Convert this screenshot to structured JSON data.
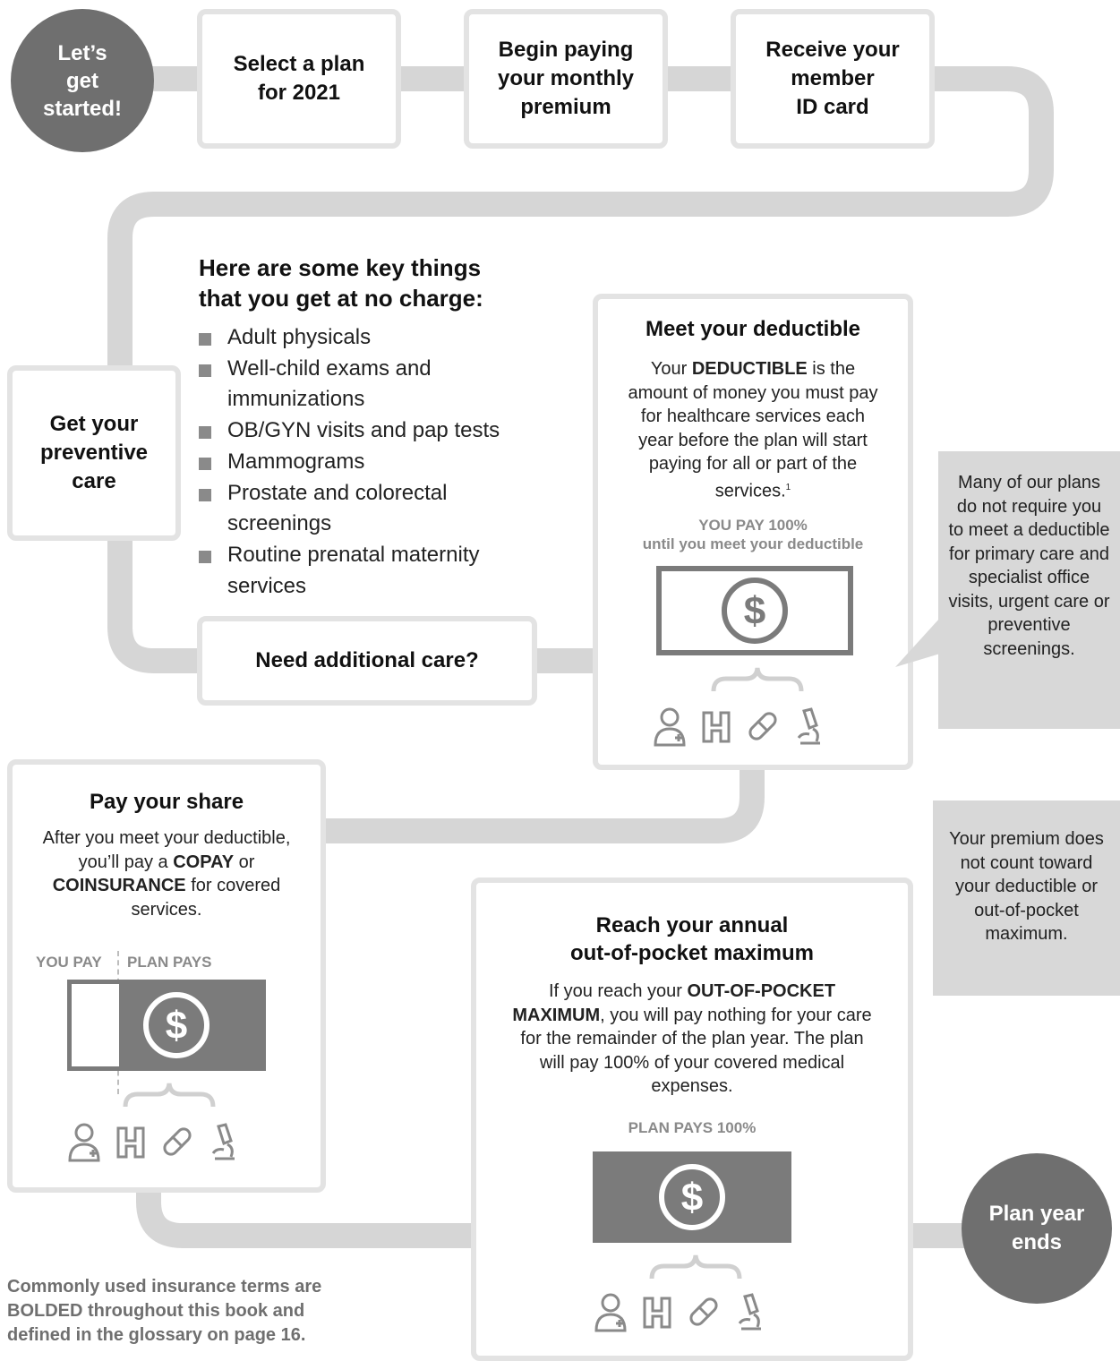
{
  "start": {
    "label": "Let’s\nget\nstarted!"
  },
  "steps": [
    {
      "label": "Select a plan\nfor 2021"
    },
    {
      "label": "Begin paying\nyour monthly\npremium"
    },
    {
      "label": "Receive your\nmember\nID card"
    }
  ],
  "preventive": {
    "label": "Get your\npreventive\ncare",
    "heading": "Here are some key things\nthat you get at no charge:",
    "items": [
      "Adult physicals",
      "Well-child exams and immunizations",
      "OB/GYN visits and pap tests",
      "Mammograms",
      "Prostate and colorectal screenings",
      "Routine prenatal maternity services"
    ]
  },
  "additional_care": {
    "label": "Need additional care?"
  },
  "deductible": {
    "title": "Meet your deductible",
    "text_before": "Your ",
    "term": "DEDUCTIBLE",
    "text_after": " is the amount of money you must pay for healthcare services each year before the plan will start paying for all or part of the services.",
    "footnote": "1",
    "pay_label_line1": "YOU PAY 100%",
    "pay_label_line2": "until you meet your deductible"
  },
  "deductible_note": "Many of our plans do not require you to meet a deductible for primary care and specialist office visits, urgent care or preventive screenings.",
  "share": {
    "title": "Pay your share",
    "text_before": "After you meet your deductible, you’ll pay a ",
    "term1": "COPAY",
    "text_mid": " or ",
    "term2": "COINSURANCE",
    "text_after": " for covered services.",
    "you_pay": "YOU PAY",
    "plan_pays": "PLAN PAYS"
  },
  "premium_note": "Your premium does not count toward your deductible or out-of-pocket maximum.",
  "oop": {
    "title": "Reach your annual\nout-of-pocket maximum",
    "text_before": "If you reach your ",
    "term": "OUT-OF-POCKET MAXIMUM",
    "text_after": ", you will pay nothing for your care for the remainder of the plan year. The plan will pay 100% of your covered medical expenses.",
    "plan_pays_label": "PLAN PAYS 100%"
  },
  "end": {
    "label": "Plan year\nends"
  },
  "footer": "Commonly used insurance terms are BOLDED throughout this book and defined in the glossary on page 16.",
  "icons": [
    "doctor-icon",
    "hospital-icon",
    "pill-icon",
    "microscope-icon"
  ],
  "colors": {
    "path": "#d6d6d6",
    "box_border": "#e3e3e3",
    "circle": "#6f6f6f",
    "money_dark": "#7b7b7b",
    "label_gray": "#8a8a8a"
  }
}
